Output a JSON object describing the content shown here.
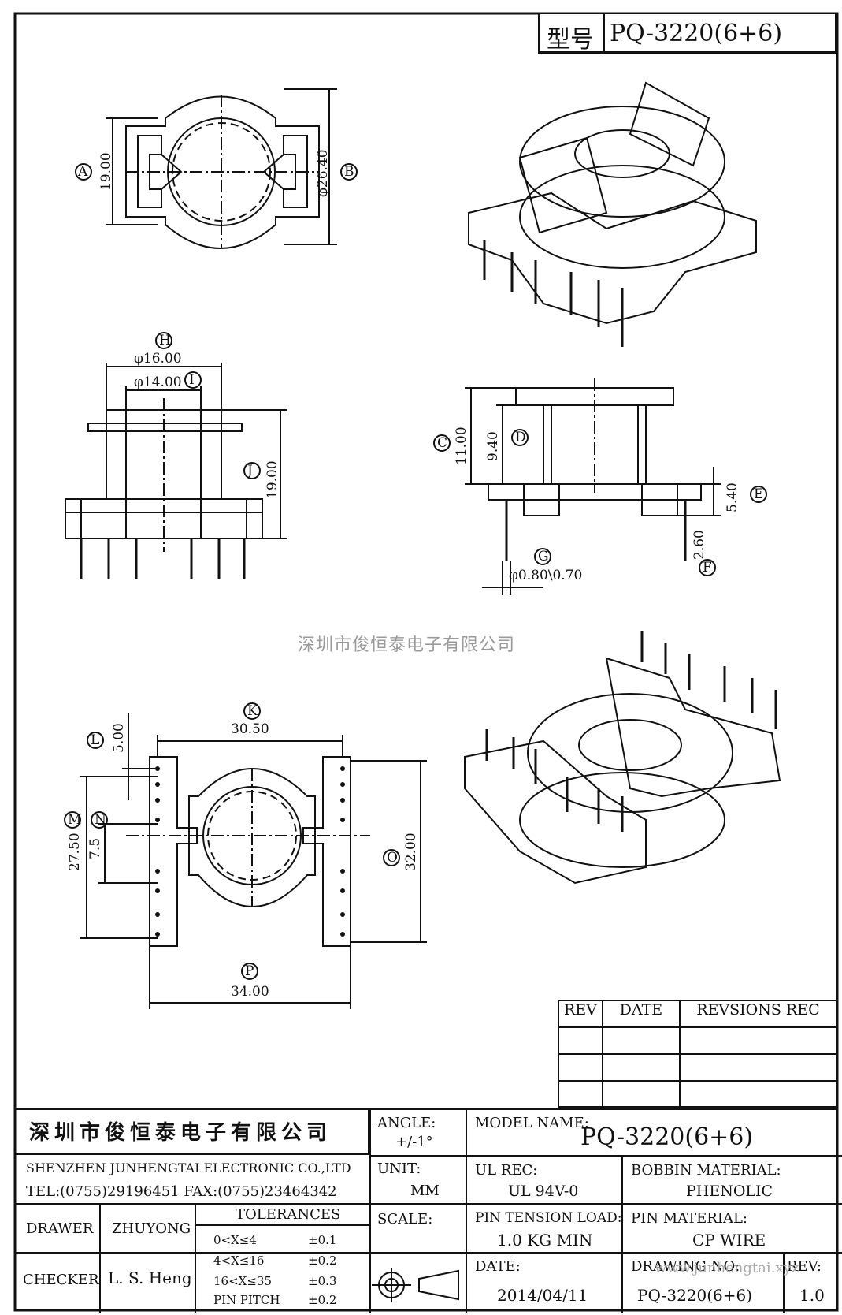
{
  "title": {
    "label_cn": "型号",
    "model": "PQ-3220(6+6)"
  },
  "watermark": "深圳市俊恒泰电子有限公司",
  "watermark_url": "www.junhengtai.xyz",
  "dimensions": {
    "A": "A",
    "A_value": "19.00",
    "B": "B",
    "B_value": "φ26.40",
    "H": "H",
    "H_value": "φ16.00",
    "I": "I",
    "I_value": "φ14.00",
    "J": "J",
    "J_value": "19.00",
    "C": "C",
    "C_value": "11.00",
    "D": "D",
    "D_value": "9.40",
    "E": "E",
    "E_value": "5.40",
    "F": "F",
    "F_value": "2.60",
    "G": "G",
    "G_value": "φ0.80\\0.70",
    "K": "K",
    "K_value": "30.50",
    "L": "L",
    "L_value": "5.00",
    "M": "M",
    "M_value": "27.50",
    "N": "N",
    "N_value": "7.5",
    "O": "O",
    "O_value": "32.00",
    "P": "P",
    "P_value": "34.00"
  },
  "revisions": {
    "headers": [
      "REV",
      "DATE",
      "REVSIONS REC"
    ],
    "rows": [
      [
        "",
        "",
        ""
      ],
      [
        "",
        "",
        ""
      ],
      [
        "",
        "",
        ""
      ]
    ]
  },
  "title_block": {
    "company_cn": "深圳市俊恒泰电子有限公司",
    "company_en": "SHENZHEN JUNHENGTAI ELECTRONIC CO.,LTD",
    "tel_fax": "TEL:(0755)29196451 FAX:(0755)23464342",
    "angle_label": "ANGLE:",
    "angle_value": "+/-1°",
    "unit_label": "UNIT:",
    "unit_value": "MM",
    "scale_label": "SCALE:",
    "model_name_label": "MODEL NAME:",
    "model_name_value": "PQ-3220(6+6)",
    "ul_rec_label": "UL REC:",
    "ul_rec_value": "UL 94V-0",
    "bobbin_label": "BOBBIN MATERIAL:",
    "bobbin_value": "PHENOLIC",
    "pin_tension_label": "PIN TENSION LOAD:",
    "pin_tension_value": "1.0 KG MIN",
    "pin_material_label": "PIN MATERIAL:",
    "pin_material_value": "CP WIRE",
    "date_label": "DATE:",
    "date_value": "2014/04/11",
    "drawing_no_label": "DRAWING NO:",
    "drawing_no_value": "PQ-3220(6+6)",
    "rev_label": "REV:",
    "rev_value": "1.0",
    "drawer_label": "DRAWER",
    "drawer_value": "ZHUYONG",
    "checker_label": "CHECKER",
    "checker_value": "L. S. Heng",
    "tolerances_label": "TOLERANCES",
    "tolerances": [
      {
        "range": "0<X≤4",
        "value": "±0.1"
      },
      {
        "range": "4<X≤16",
        "value": "±0.2"
      },
      {
        "range": "16<X≤35",
        "value": "±0.3"
      },
      {
        "range": "PIN PITCH",
        "value": "±0.2"
      }
    ]
  }
}
